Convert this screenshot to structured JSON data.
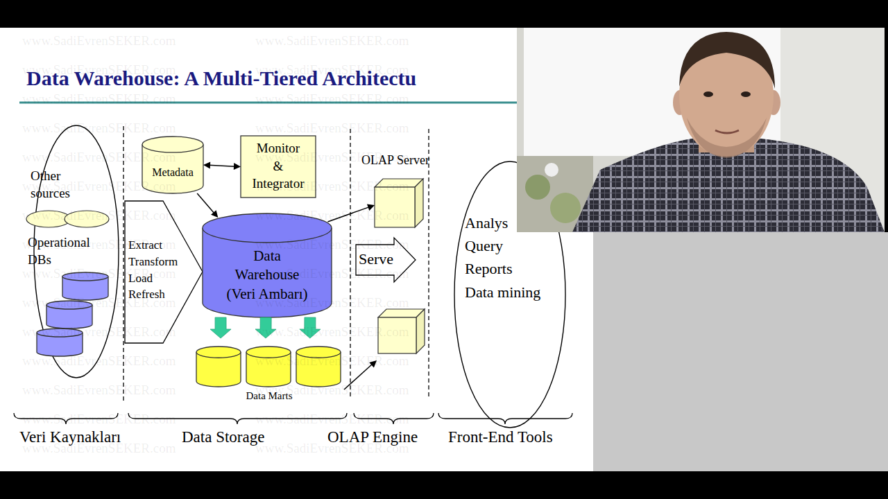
{
  "diagram": {
    "title": "Data Warehouse: A Multi-Tiered Architectu",
    "nodes": [
      {
        "text": [
          "Other sources",
          "Operational DBs"
        ]
      },
      {
        "text": [
          "Extract Transform Load Refresh"
        ]
      },
      {
        "text": [
          "Metadata"
        ]
      },
      {
        "text": [
          "Monitor & Integrator"
        ]
      },
      {
        "text": [
          "Data Warehouse (Veri Ambarı)"
        ]
      },
      {
        "text": [
          "Data Marts"
        ]
      },
      {
        "text": [
          "OLAP Server"
        ]
      },
      {
        "text": [
          "Serve"
        ]
      },
      {
        "text": [
          "Analys",
          "Query",
          "Reports",
          "Data mining"
        ]
      }
    ],
    "edges": [
      {
        "from": 2,
        "to": 3,
        "arrow": "both"
      },
      {
        "from": 2,
        "to": 4,
        "arrow": "to"
      },
      {
        "from": 4,
        "to": 6,
        "arrow": "to"
      },
      {
        "from": 4,
        "to": 5,
        "arrow": "to"
      },
      {
        "from": 4,
        "to": 5,
        "arrow": "to"
      },
      {
        "from": 4,
        "to": 5,
        "arrow": "to"
      }
    ],
    "labels": [
      "Veri Kaynakları",
      "Data Storage",
      "OLAP Engine",
      "Front-End Tools",
      "www.SadiEvrenSEKER.com",
      "www.SadiEvrenSEKER.com",
      "www.SadiEvrenSEKER.com",
      "www.SadiEvrenSEKER.com",
      "www.SadiEvrenSEKER.com",
      "www.SadiEvrenSEKER.com",
      "www.SadiEvrenSEKER.com",
      "www.SadiEvrenSEKER.com",
      "www.SadiEvrenSEKER.com",
      "www.SadiEvrenSEKER.com",
      "www.SadiEvrenSEKER.com",
      "www.SadiEvrenSEKER.com",
      "www.SadiEvrenSEKER.com",
      "www.SadiEvrenSEKER.com",
      "www.SadiEvrenSEKER.com",
      "www.SadiEvrenSEKER.com",
      "www.SadiEvrenSEKER.com",
      "www.SadiEvrenSEKER.com",
      "www.SadiEvrenSEKER.com",
      "www.SadiEvrenSEKER.com",
      "www.SadiEvrenSEKER.com",
      "www.SadiEvrenSEKER.com",
      "www.SadiEvrenSEKER.com",
      "www.SadiEvrenSEKER.com",
      "www.SadiEvrenSEKER.com",
      "www.SadiEvrenSEKER.com",
      "www.SadiEvrenSEKER.com",
      "www.SadiEvrenSEKER.com",
      "www.SadiEvrenSEKER.com",
      "www.SadiEvrenSEKER.com"
    ]
  }
}
